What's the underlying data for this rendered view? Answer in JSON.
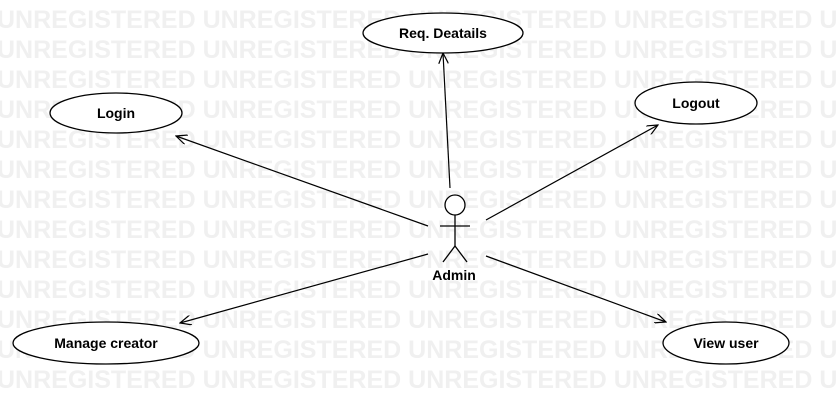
{
  "watermark": {
    "text": "UNREGISTERED UNREGISTERED UNREGISTERED UNREGISTERED UNREGISTERED",
    "color": "#f0f0f0"
  },
  "actor": {
    "label": "Admin"
  },
  "use_cases": {
    "req_details": "Req. Deatails",
    "login": "Login",
    "logout": "Logout",
    "manage_creator": "Manage creator",
    "view_user": "View user"
  },
  "colors": {
    "line": "#000000",
    "fill": "#ffffff"
  }
}
